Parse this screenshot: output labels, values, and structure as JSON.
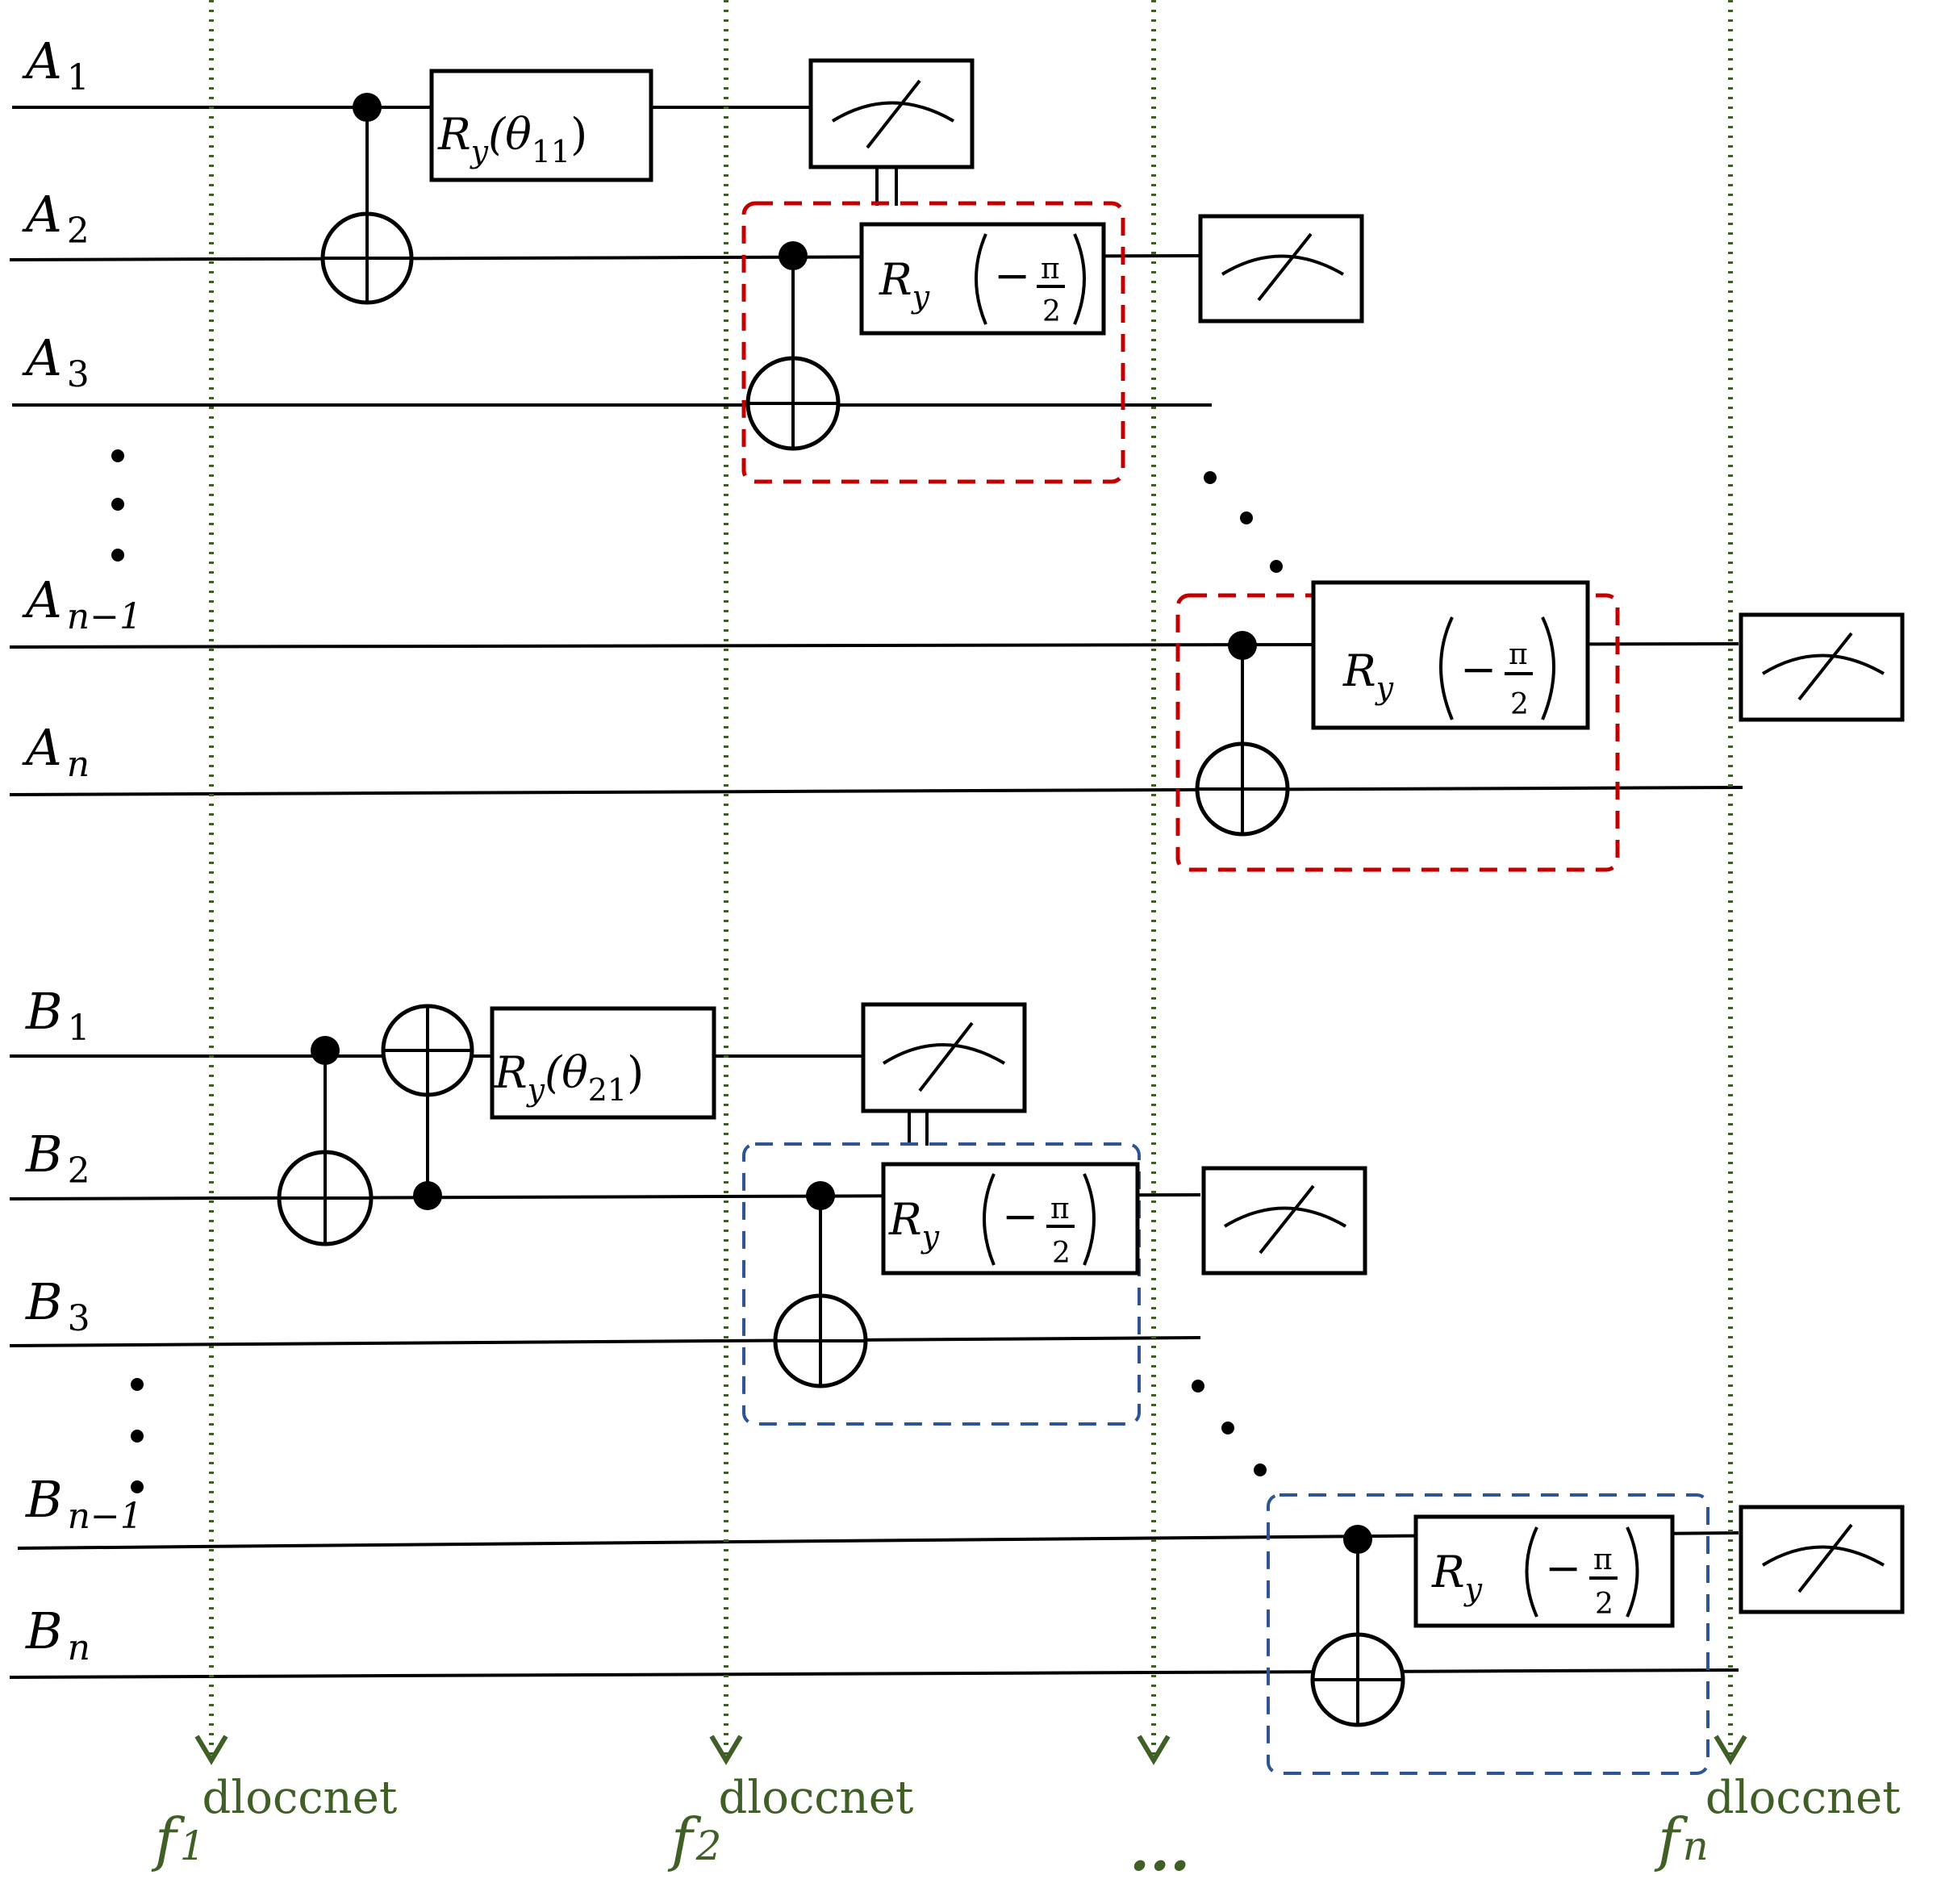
{
  "wire_labels": {
    "a1": {
      "base": "A",
      "sub": "1"
    },
    "a2": {
      "base": "A",
      "sub": "2"
    },
    "a3": {
      "base": "A",
      "sub": "3"
    },
    "an1": {
      "base": "A",
      "sub": "n−1"
    },
    "an": {
      "base": "A",
      "sub": "n"
    },
    "b1": {
      "base": "B",
      "sub": "1"
    },
    "b2": {
      "base": "B",
      "sub": "2"
    },
    "b3": {
      "base": "B",
      "sub": "3"
    },
    "bn1": {
      "base": "B",
      "sub": "n−1"
    },
    "bn": {
      "base": "B",
      "sub": "n"
    }
  },
  "gates": {
    "ry_theta11": {
      "base": "R",
      "sub": "y",
      "arg": "(θ",
      "argsub": "11",
      "close": ")"
    },
    "ry_theta21": {
      "base": "R",
      "sub": "y",
      "arg": "(θ",
      "argsub": "21",
      "close": ")"
    },
    "ry_minus_pi_half": {
      "base": "R",
      "sub": "y",
      "minus": "−",
      "num": "π",
      "den": "2"
    }
  },
  "function_labels": {
    "f1": {
      "base": "f",
      "sup": "dloccnet",
      "sub": "1"
    },
    "f2": {
      "base": "f",
      "sup": "dloccnet",
      "sub": "2"
    },
    "ellipsis": "...",
    "fn": {
      "base": "f",
      "sup": "dloccnet",
      "sub": "n"
    }
  },
  "colors": {
    "guide_green": "#3f5f26",
    "group_red": "#c00000",
    "group_blue": "#2f5496"
  }
}
